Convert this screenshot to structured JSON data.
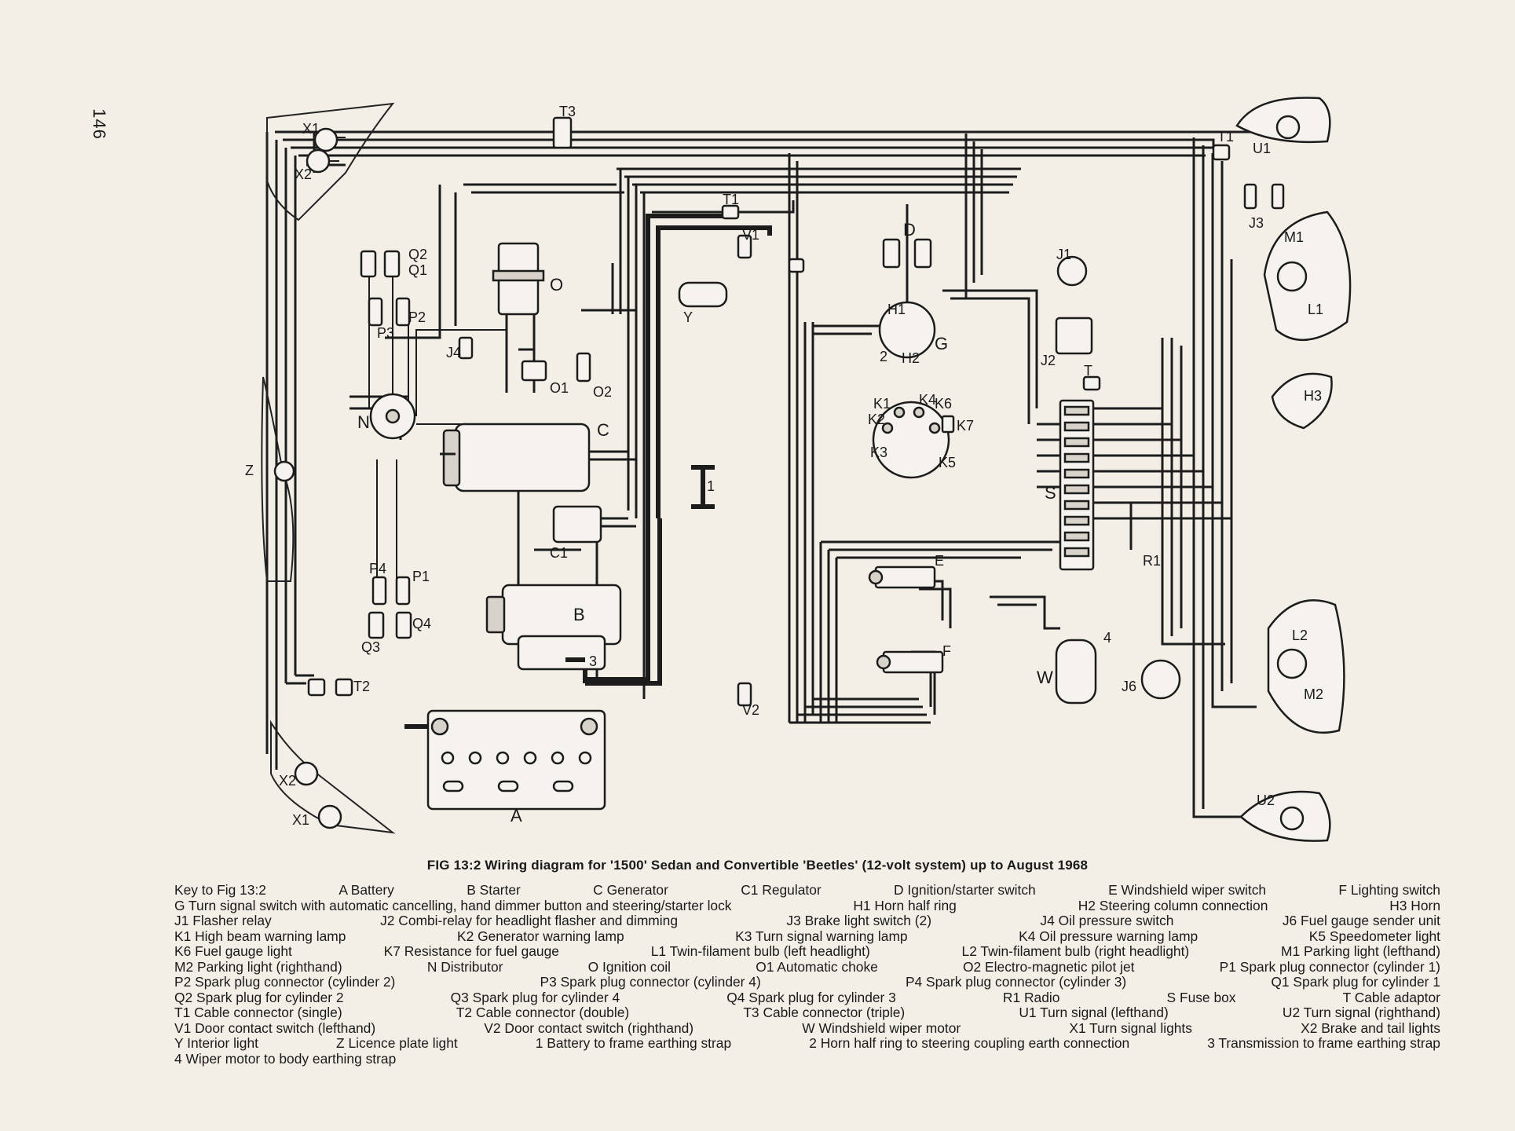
{
  "page_number": "146",
  "caption": "FIG 13:2   Wiring diagram for '1500' Sedan and Convertible 'Beetles' (12-volt system) up to August 1968",
  "key_lines": [
    [
      "Key to Fig 13:2",
      "A  Battery",
      "B  Starter",
      "C  Generator",
      "C1  Regulator",
      "D  Ignition/starter switch",
      "E  Windshield wiper switch",
      "F  Lighting switch"
    ],
    [
      "G  Turn signal switch with automatic cancelling, hand dimmer button and steering/starter lock",
      "H1  Horn half ring",
      "H2  Steering column connection",
      "H3  Horn"
    ],
    [
      "J1  Flasher relay",
      "J2  Combi-relay for headlight flasher and dimming",
      "J3  Brake light switch (2)",
      "J4  Oil pressure switch",
      "J6  Fuel gauge sender unit"
    ],
    [
      "K1  High beam warning lamp",
      "K2  Generator warning lamp",
      "K3  Turn signal warning lamp",
      "K4  Oil pressure warning lamp",
      "K5  Speedometer light"
    ],
    [
      "K6  Fuel gauge light",
      "K7  Resistance for fuel gauge",
      "L1  Twin-filament bulb (left headlight)",
      "L2  Twin-filament bulb (right headlight)",
      "M1  Parking light (lefthand)"
    ],
    [
      "M2  Parking light (righthand)",
      "N  Distributor",
      "O  Ignition coil",
      "O1  Automatic choke",
      "O2  Electro-magnetic pilot jet",
      "P1  Spark plug connector (cylinder 1)"
    ],
    [
      "P2  Spark plug connector (cylinder 2)",
      "P3  Spark plug connector (cylinder 4)",
      "P4  Spark plug connector (cylinder 3)",
      "Q1  Spark plug for cylinder 1"
    ],
    [
      "Q2  Spark plug for cylinder 2",
      "Q3  Spark plug for cylinder 4",
      "Q4  Spark plug for cylinder 3",
      "R1  Radio",
      "S  Fuse box",
      "T  Cable adaptor"
    ],
    [
      "T1  Cable connector (single)",
      "T2  Cable connector (double)",
      "T3  Cable connector (triple)",
      "U1  Turn signal (lefthand)",
      "U2  Turn signal (righthand)"
    ],
    [
      "V1  Door contact switch (lefthand)",
      "V2  Door contact switch (righthand)",
      "W  Windshield wiper motor",
      "X1  Turn signal lights",
      "X2  Brake and tail lights"
    ],
    [
      "Y  Interior light",
      "Z  Licence plate light",
      "1  Battery to frame earthing strap",
      "2  Horn half ring to steering coupling earth connection",
      "3  Transmission to frame earthing strap"
    ],
    [
      "4  Wiper motor to body earthing strap"
    ]
  ],
  "diagram_labels": {
    "A": "A",
    "B": "B",
    "C": "C",
    "C1": "C1",
    "D": "D",
    "E": "E",
    "F": "F",
    "G": "G",
    "H1": "H1",
    "H2": "H2",
    "H3": "H3",
    "J1": "J1",
    "J2": "J2",
    "J3": "J3",
    "J4": "J4",
    "J6": "J6",
    "K1": "K1",
    "K2": "K2",
    "K3": "K3",
    "K4": "K4",
    "K5": "K5",
    "K6": "K6",
    "K7": "K7",
    "L1": "L1",
    "L2": "L2",
    "M1": "M1",
    "M2": "M2",
    "N": "N",
    "O": "O",
    "O1": "O1",
    "O2": "O2",
    "P1": "P1",
    "P2": "P2",
    "P3": "P3",
    "P4": "P4",
    "Q1": "Q1",
    "Q2": "Q2",
    "Q3": "Q3",
    "Q4": "Q4",
    "R1": "R1",
    "S": "S",
    "T": "T",
    "T1": "T1",
    "T2": "T2",
    "T3": "T3",
    "U1": "U1",
    "U2": "U2",
    "V1": "V1",
    "V2": "V2",
    "W": "W",
    "X1": "X1",
    "X2": "X2",
    "Y": "Y",
    "Z": "Z",
    "n1": "1",
    "n2": "2",
    "n3": "3",
    "n4": "4"
  }
}
